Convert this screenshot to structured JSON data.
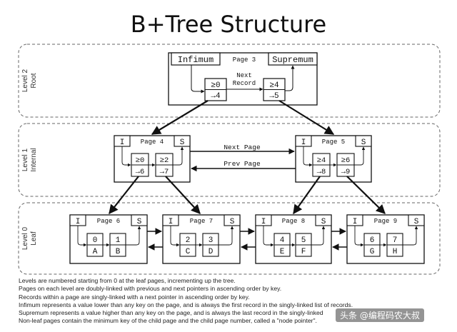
{
  "title": "B+Tree Structure",
  "levels": [
    {
      "id": "root",
      "label_line1": "Level 2",
      "label_line2": "Root"
    },
    {
      "id": "internal",
      "label_line1": "Level 1",
      "label_line2": "Internal"
    },
    {
      "id": "leaf",
      "label_line1": "Level 0",
      "label_line2": "Leaf"
    }
  ],
  "root_page": {
    "infimum": "Infimum",
    "title": "Page 3",
    "supremum": "Supremum",
    "records": [
      {
        "key": "≥0",
        "child": "→4"
      },
      {
        "key": "≥4",
        "child": "→5"
      }
    ],
    "next_record_line1": "Next",
    "next_record_line2": "Record"
  },
  "internal_pages": [
    {
      "inf": "I",
      "title": "Page 4",
      "sup": "S",
      "records": [
        {
          "key": "≥0",
          "child": "→6"
        },
        {
          "key": "≥2",
          "child": "→7"
        }
      ]
    },
    {
      "inf": "I",
      "title": "Page 5",
      "sup": "S",
      "records": [
        {
          "key": "≥4",
          "child": "→8"
        },
        {
          "key": "≥6",
          "child": "→9"
        }
      ]
    }
  ],
  "internal_links": {
    "next": "Next Page",
    "prev": "Prev Page"
  },
  "leaf_pages": [
    {
      "inf": "I",
      "title": "Page 6",
      "sup": "S",
      "records": [
        {
          "key": "0",
          "val": "A"
        },
        {
          "key": "1",
          "val": "B"
        }
      ]
    },
    {
      "inf": "I",
      "title": "Page 7",
      "sup": "S",
      "records": [
        {
          "key": "2",
          "val": "C"
        },
        {
          "key": "3",
          "val": "D"
        }
      ]
    },
    {
      "inf": "I",
      "title": "Page 8",
      "sup": "S",
      "records": [
        {
          "key": "4",
          "val": "E"
        },
        {
          "key": "5",
          "val": "F"
        }
      ]
    },
    {
      "inf": "I",
      "title": "Page 9",
      "sup": "S",
      "records": [
        {
          "key": "6",
          "val": "G"
        },
        {
          "key": "7",
          "val": "H"
        }
      ]
    }
  ],
  "notes": [
    "Levels are numbered starting from 0 at the leaf pages, incrementing up the tree.",
    "Pages on each level are doubly-linked with previous and next pointers in ascending order by key.",
    "Records within a page are singly-linked with a next pointer in ascending order by key.",
    "Infimum represents a value lower than any key on the page, and is always the first record in the singly-linked list of records.",
    "Supremum represents a value higher than any key on the page, and is always the last record in the singly-linked",
    "Non-leaf pages contain the minimum key of the child page and the child page number, called a \"node pointer\"."
  ],
  "watermark": "头条 @编程码农大叔"
}
